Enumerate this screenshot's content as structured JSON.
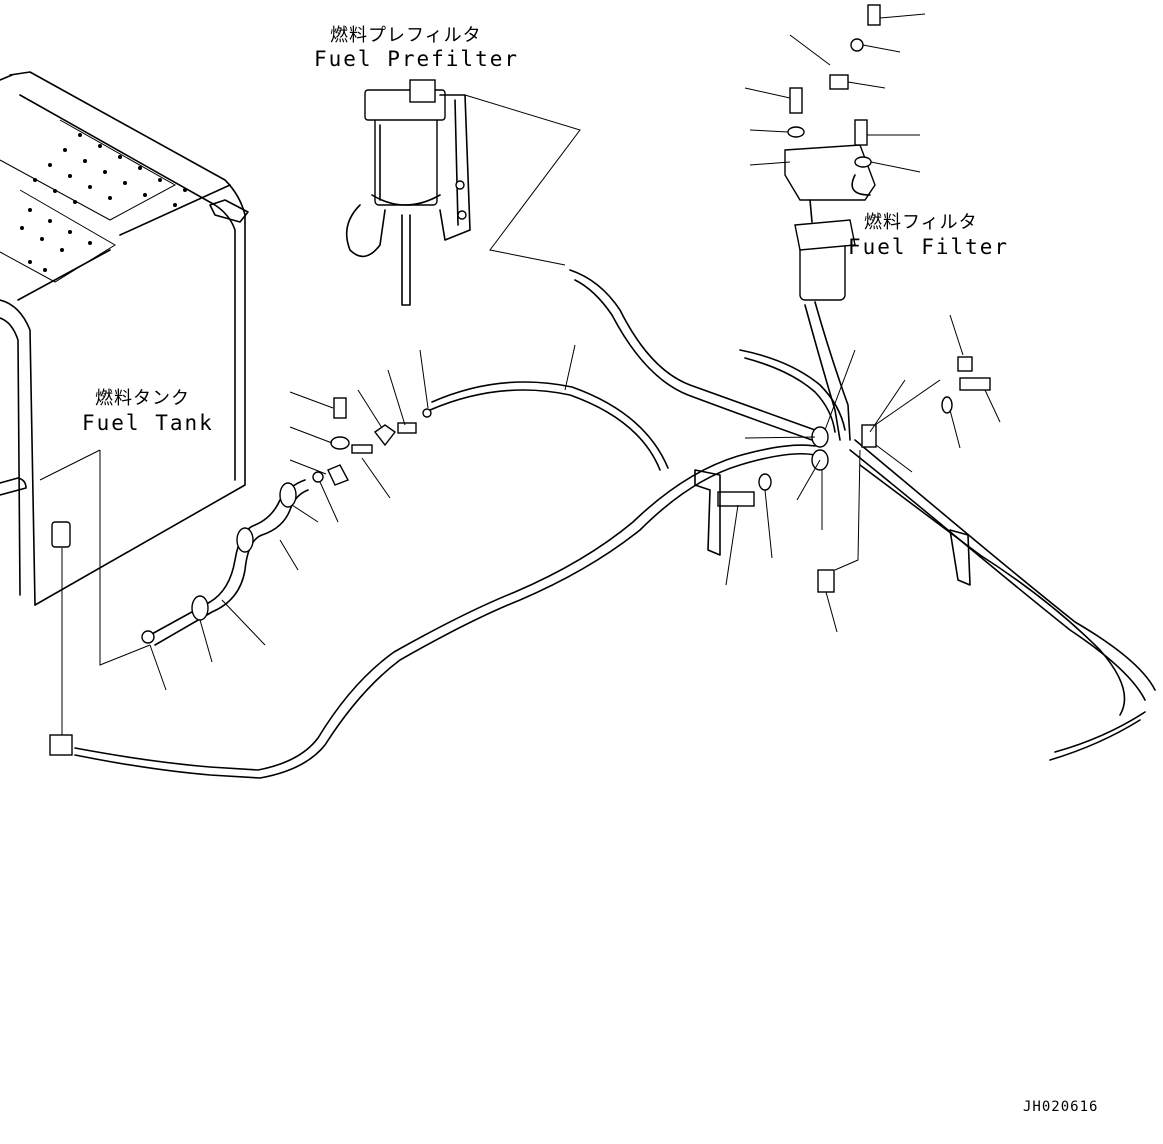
{
  "labels": {
    "prefilter": {
      "jp": "燃料プレフィルタ",
      "en": "Fuel Prefilter"
    },
    "filter": {
      "jp": "燃料フィルタ",
      "en": "Fuel Filter"
    },
    "tank": {
      "jp": "燃料タンク",
      "en": "Fuel Tank"
    }
  },
  "drawing_code": "JH020616"
}
